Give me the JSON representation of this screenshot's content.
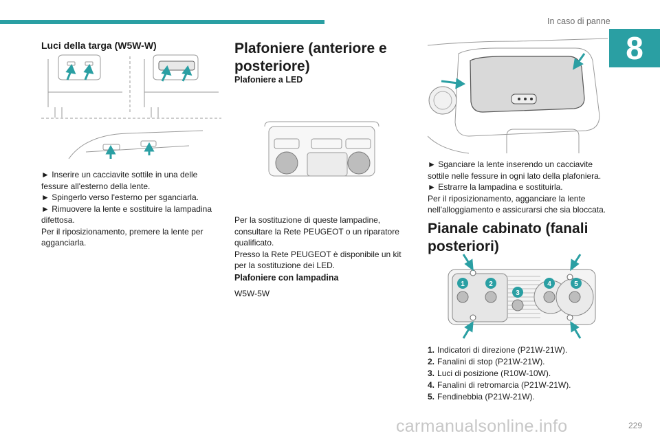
{
  "header": {
    "section": "In caso di panne",
    "chapter": "8"
  },
  "col1": {
    "title": "Luci della targa (W5W-W)",
    "lines": [
      "► Inserire un cacciavite sottile in una delle",
      "fessure all'esterno della lente.",
      "► Spingerlo verso l'esterno per sganciarla.",
      "► Rimuovere la lente e sostituire la lampadina",
      "difettosa.",
      "Per il riposizionamento, premere la lente per",
      "agganciarla."
    ]
  },
  "col2": {
    "title": "Plafoniere (anteriore e posteriore)",
    "title_lines": [
      "Plafoniere (anteriore e",
      "posteriore)"
    ],
    "sub1": "Plafoniere a LED",
    "lines": [
      "Per la sostituzione di queste lampadine,",
      "consultare la Rete PEUGEOT o un riparatore",
      "qualificato.",
      "Presso la Rete PEUGEOT è disponibile un kit",
      "per la sostituzione dei LED."
    ],
    "sub2": "Plafoniere con lampadina",
    "bulb": "W5W-5W"
  },
  "col3": {
    "lines": [
      "► Sganciare la lente inserendo un cacciavite",
      "sottile nelle fessure in ogni lato della plafoniera.",
      "► Estrarre la lampadina e sostituirla.",
      "Per il riposizionamento, agganciare la lente",
      "nell'alloggiamento e assicurarsi che sia bloccata."
    ],
    "title_lines": [
      "Pianale cabinato (fanali",
      "posteriori)"
    ],
    "callouts": [
      "1",
      "2",
      "3",
      "4",
      "5"
    ],
    "list": [
      {
        "num": "1.",
        "text": "Indicatori di direzione (P21W-21W)."
      },
      {
        "num": "2.",
        "text": "Fanalini di stop (P21W-21W)."
      },
      {
        "num": "3.",
        "text": "Luci di posizione (R10W-10W)."
      },
      {
        "num": "4.",
        "text": "Fanalini di retromarcia (P21W-21W)."
      },
      {
        "num": "5.",
        "text": "Fendinebbia (P21W-21W)."
      }
    ]
  },
  "footer": {
    "page": "229",
    "watermark": "carmanualsonline.info"
  },
  "colors": {
    "accent": "#2a9fa3",
    "arrow": "#2a9fa3",
    "line": "#9a9a9a"
  }
}
